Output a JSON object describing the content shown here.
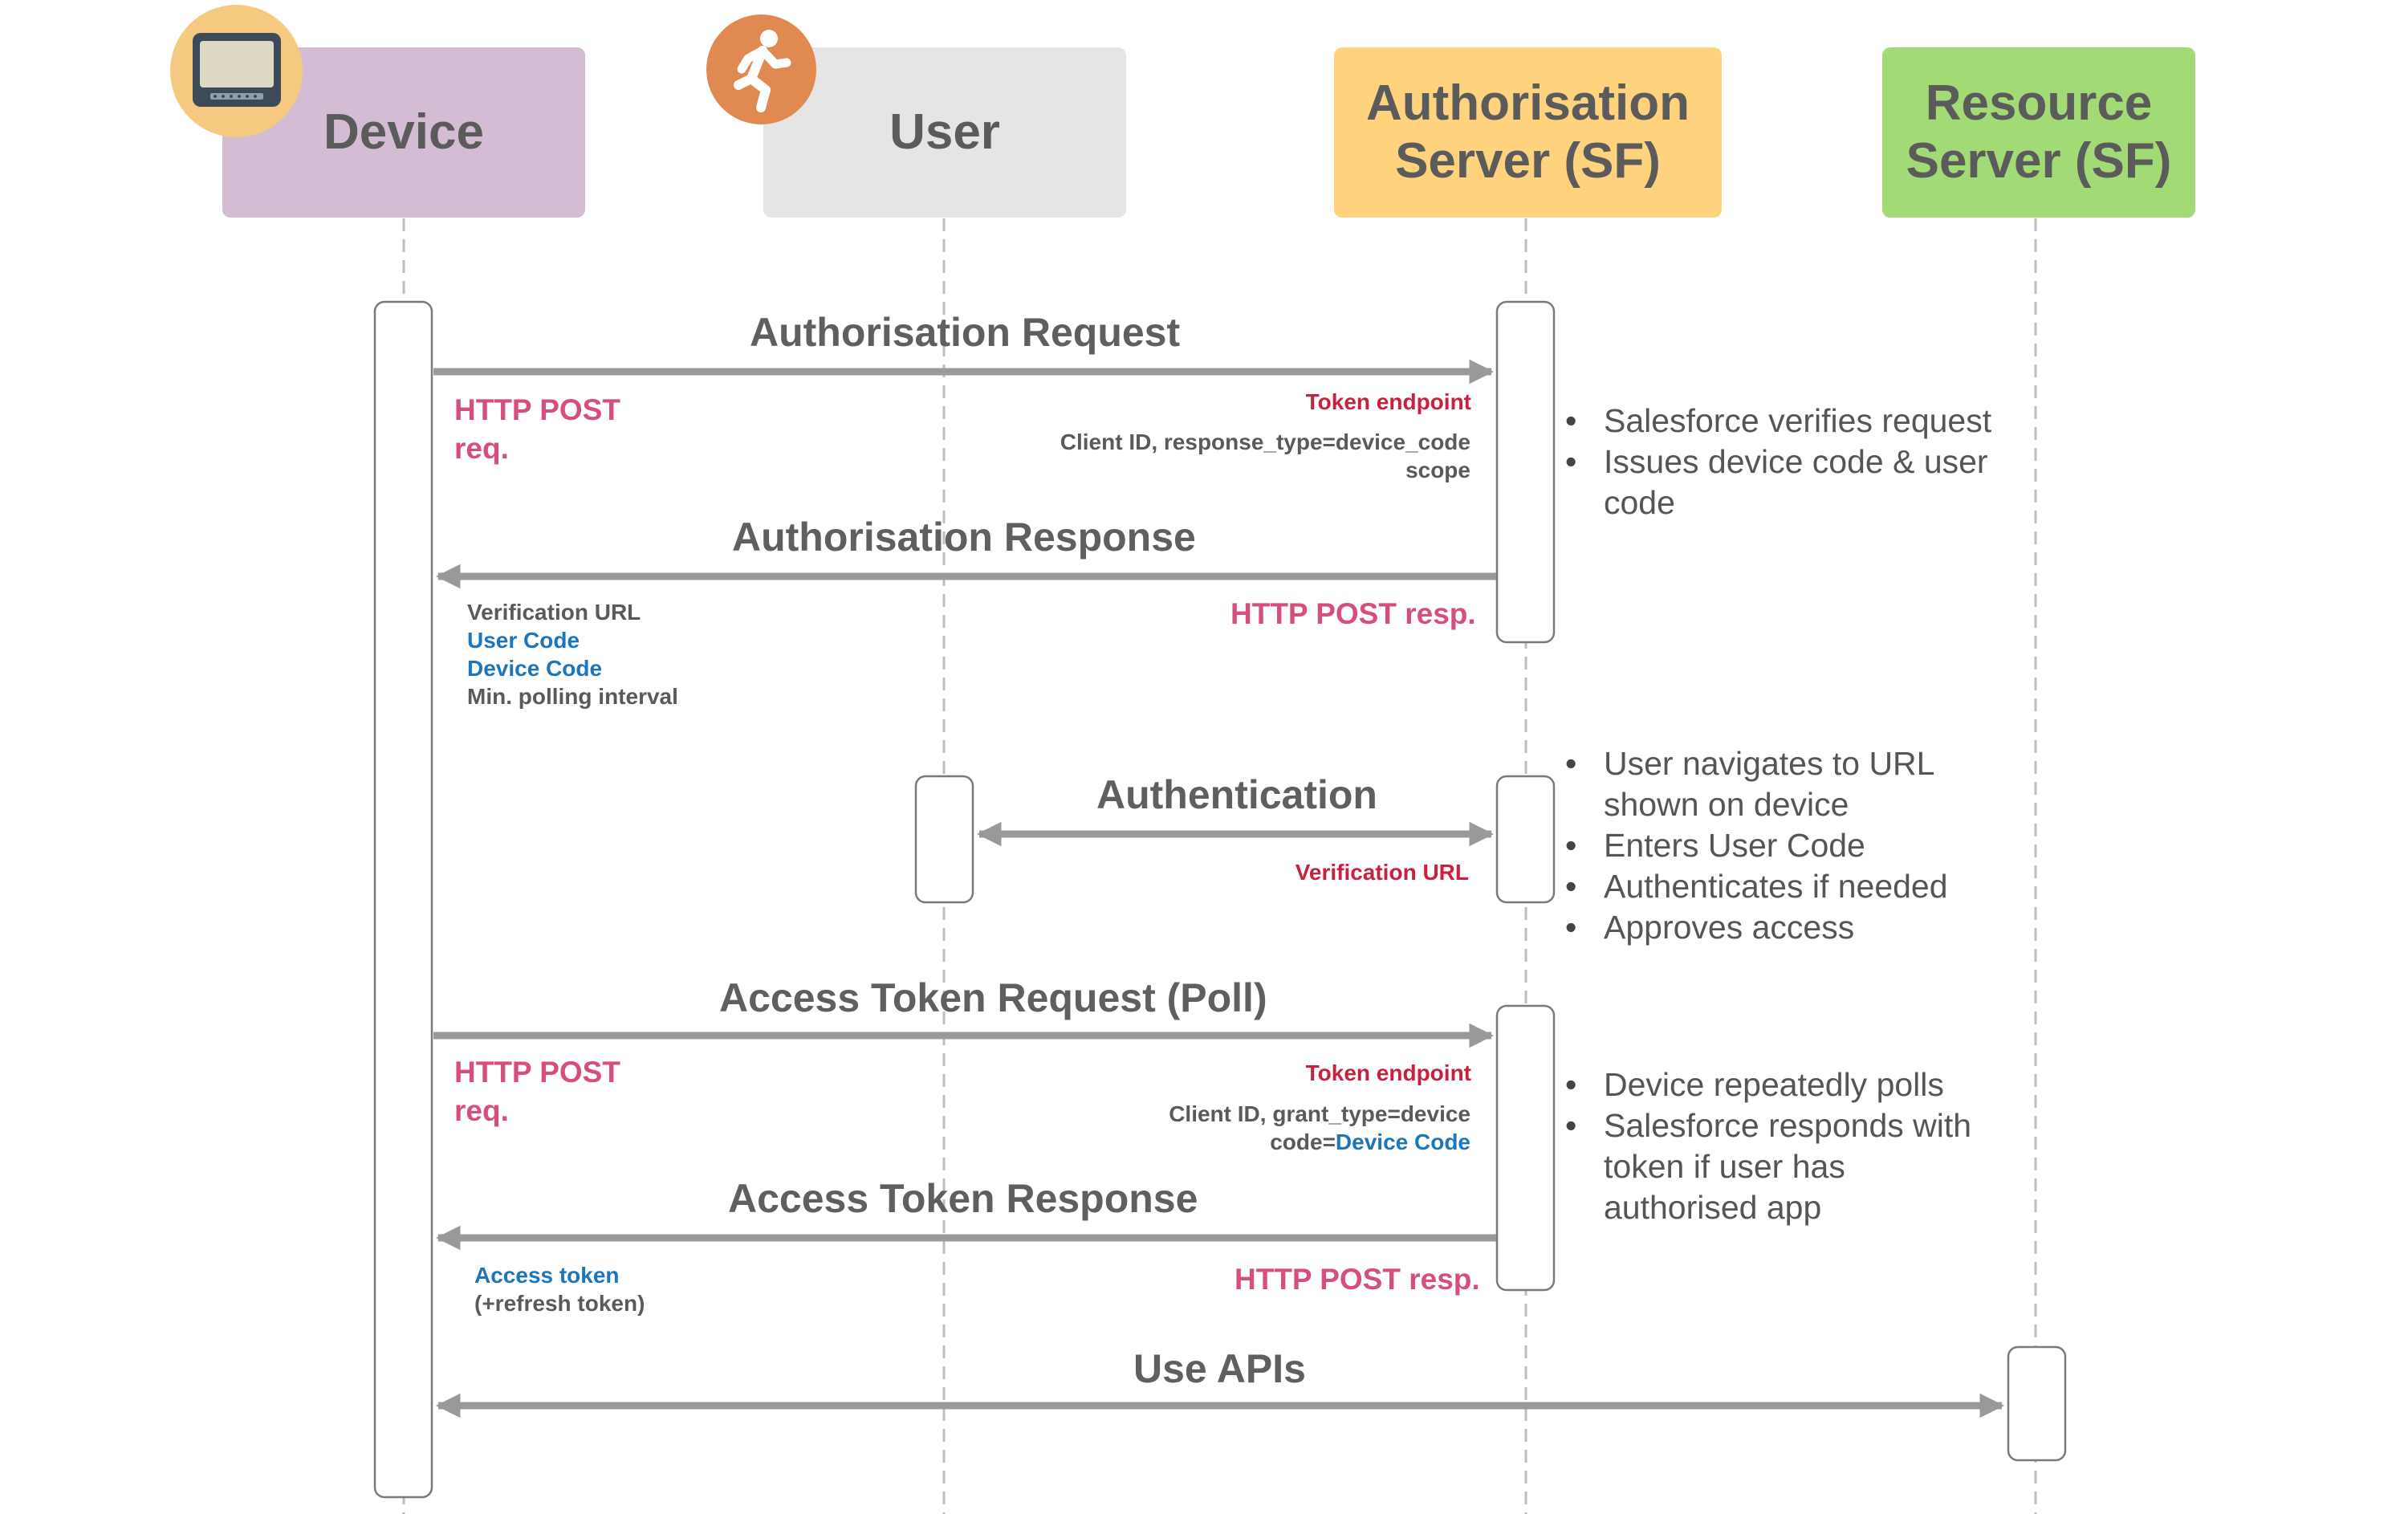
{
  "actors": [
    {
      "name": "Device",
      "color": "#d4bdd4",
      "icon": "monitor-icon",
      "icon_color": "#f5c97f"
    },
    {
      "name": "User",
      "color": "#e5e5e5",
      "icon": "running-person-icon",
      "icon_color": "#e08a52"
    },
    {
      "name": "Authorisation\nServer (SF)",
      "color": "#ffd27e"
    },
    {
      "name": "Resource\nServer (SF)",
      "color": "#a2da75"
    }
  ],
  "messages": {
    "auth_request": {
      "title": "Authorisation Request",
      "http": "HTTP POST\nreq.",
      "endpoint": "Token endpoint",
      "params_line1": "Client ID, response_type=device_code",
      "params_line2": "scope"
    },
    "auth_response": {
      "title": "Authorisation Response",
      "http": "HTTP POST resp.",
      "params": [
        {
          "text": "Verification URL",
          "highlight": false
        },
        {
          "text": "User Code",
          "highlight": true
        },
        {
          "text": "Device Code",
          "highlight": true
        },
        {
          "text": "Min. polling interval",
          "highlight": false
        }
      ]
    },
    "authentication": {
      "title": "Authentication",
      "endpoint": "Verification URL"
    },
    "token_request": {
      "title": "Access Token Request (Poll)",
      "http": "HTTP POST\nreq.",
      "endpoint": "Token endpoint",
      "params_line1": "Client ID, grant_type=device",
      "params_line2_prefix": "code=",
      "params_line2_highlight": "Device Code"
    },
    "token_response": {
      "title": "Access Token Response",
      "http": "HTTP POST resp.",
      "params_line1": "Access token",
      "params_line2": "(+refresh token)"
    },
    "use_apis": {
      "title": "Use APIs"
    }
  },
  "notes": {
    "auth": [
      "Salesforce verifies request",
      "Issues device code & user\ncode"
    ],
    "authentication": [
      "User navigates to URL\nshown on device",
      "Enters User Code",
      "Authenticates if needed",
      "Approves access"
    ],
    "polling": [
      "Device repeatedly polls",
      "Salesforce responds with\ntoken if user has\nauthorised app"
    ]
  },
  "colors": {
    "arrow": "#999999",
    "lifeline": "#bdbdbd",
    "http_label": "#d64f7b",
    "endpoint_label": "#c8213d",
    "highlight": "#1b76bd"
  }
}
